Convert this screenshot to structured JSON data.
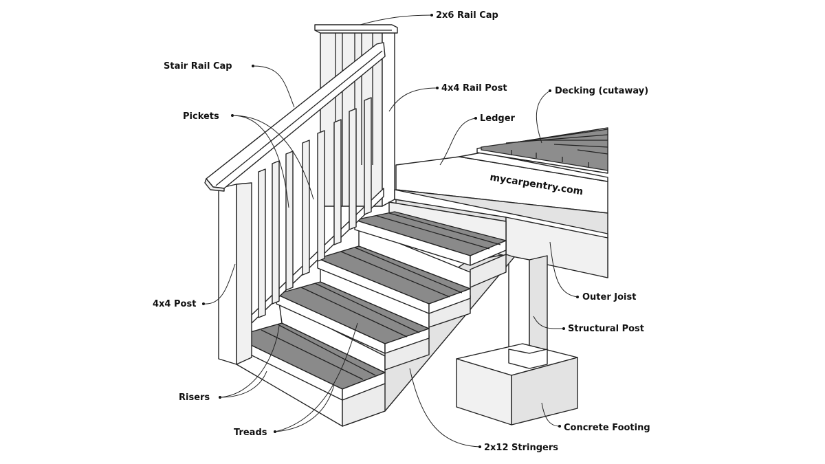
{
  "watermark": "mycarpentry.com",
  "labels": {
    "rail_cap_2x6": "2x6 Rail Cap",
    "stair_rail_cap": "Stair Rail Cap",
    "rail_post_4x4": "4x4 Rail Post",
    "decking": "Decking (cutaway)",
    "pickets": "Pickets",
    "ledger": "Ledger",
    "post_4x4": "4x4 Post",
    "outer_joist": "Outer Joist",
    "structural_post": "Structural Post",
    "risers": "Risers",
    "treads": "Treads",
    "concrete_footing": "Concrete Footing",
    "stringers_2x12": "2x12 Stringers"
  }
}
